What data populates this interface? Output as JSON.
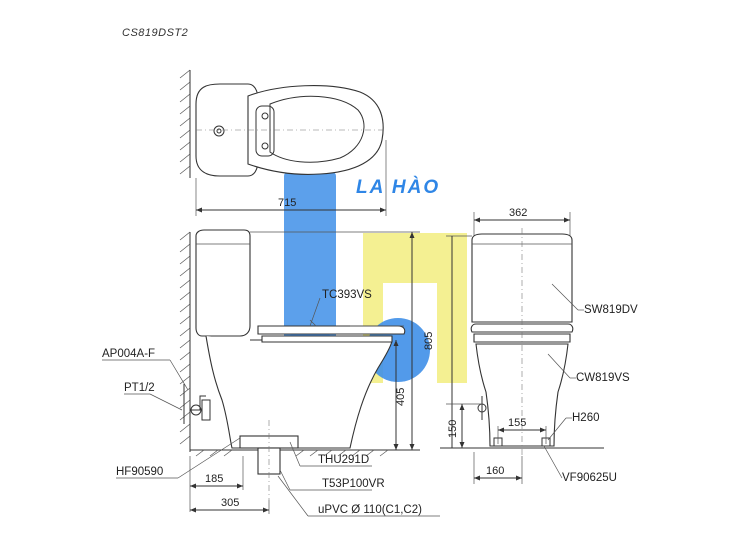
{
  "model_code": "CS819DST2",
  "watermark": "LA HÀO",
  "dimensions": {
    "top_length": "715",
    "front_width": "362",
    "height_total": "805",
    "seat_height": "405",
    "inlet_height": "150",
    "outlet_center": "185",
    "wall_to_outlet": "305",
    "bolt_spacing": "155",
    "front_base": "160"
  },
  "parts": {
    "seat": "TC393VS",
    "angle_valve": "AP004A-F",
    "supply": "PT1/2",
    "bolt_set": "HF90590",
    "flange": "THU291D",
    "outlet": "T53P100VR",
    "pipe": "uPVC Ø 110(C1,C2)",
    "tank": "SW819DV",
    "bowl": "CW819VS",
    "hose": "H260",
    "fix_kit": "VF90625U"
  },
  "colors": {
    "watermark_blue": "#3f8fe8",
    "watermark_yellow": "#f6f08a"
  }
}
